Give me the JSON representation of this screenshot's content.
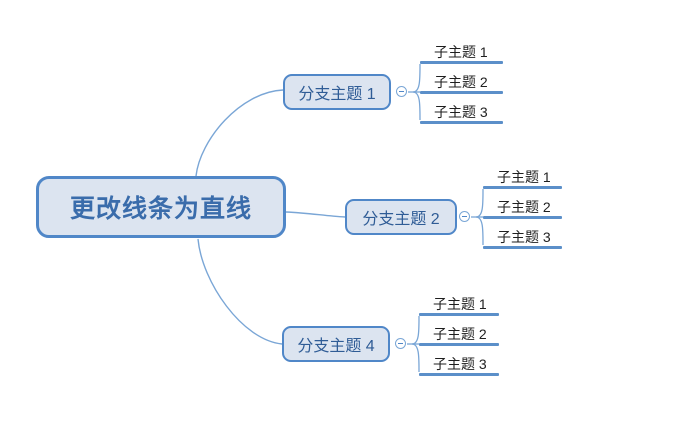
{
  "diagram": {
    "type": "mind-map",
    "background_color": "#ffffff",
    "accent_color": "#5087c8",
    "node_fill_color": "#dce4f0",
    "node_text_color": "#2f5c96",
    "leaf_text_color": "#1f1f1f",
    "leaf_bar_color": "#5b8fc9",
    "central": {
      "label": "更改线条为直线"
    },
    "branches": [
      {
        "label": "分支主题 1",
        "toggle": "collapse-toggle",
        "leaves": [
          {
            "label": "子主题 1"
          },
          {
            "label": "子主题 2"
          },
          {
            "label": "子主题 3"
          }
        ]
      },
      {
        "label": "分支主题 2",
        "toggle": "collapse-toggle",
        "leaves": [
          {
            "label": "子主题 1"
          },
          {
            "label": "子主题 2"
          },
          {
            "label": "子主题 3"
          }
        ]
      },
      {
        "label": "分支主题 4",
        "toggle": "collapse-toggle",
        "leaves": [
          {
            "label": "子主题 1"
          },
          {
            "label": "子主题 2"
          },
          {
            "label": "子主题 3"
          }
        ]
      }
    ]
  }
}
